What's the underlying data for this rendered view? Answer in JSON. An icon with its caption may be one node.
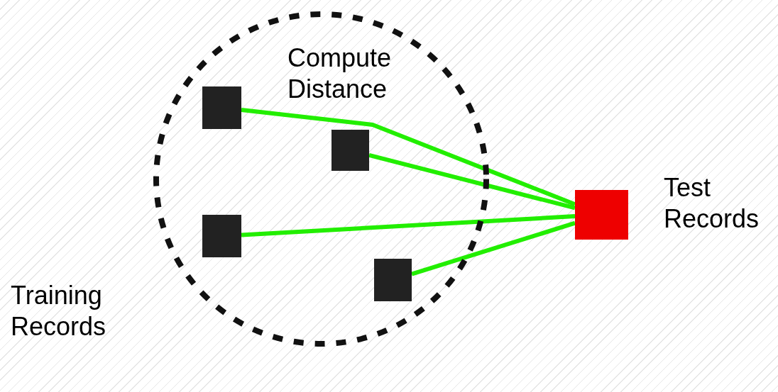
{
  "diagram": {
    "nodes": [
      {
        "text": [],
        "shape": "circle",
        "beside": [
          "Training Records"
        ]
      },
      {
        "text": [],
        "shape": "box",
        "in": 0
      },
      {
        "text": [],
        "shape": "box",
        "in": 0
      },
      {
        "text": [],
        "shape": "box",
        "in": 0
      },
      {
        "text": [],
        "shape": "box",
        "in": 0
      },
      {
        "text": [],
        "shape": "box",
        "beside": [
          "Test Records"
        ]
      }
    ],
    "edges": [
      {
        "from": 1,
        "to": 5,
        "arrow": "none"
      },
      {
        "from": 2,
        "to": 5,
        "arrow": "none"
      },
      {
        "from": 3,
        "to": 5,
        "arrow": "none"
      },
      {
        "from": 4,
        "to": 5,
        "arrow": "none"
      }
    ],
    "labels": [
      "Compute Distance"
    ]
  }
}
